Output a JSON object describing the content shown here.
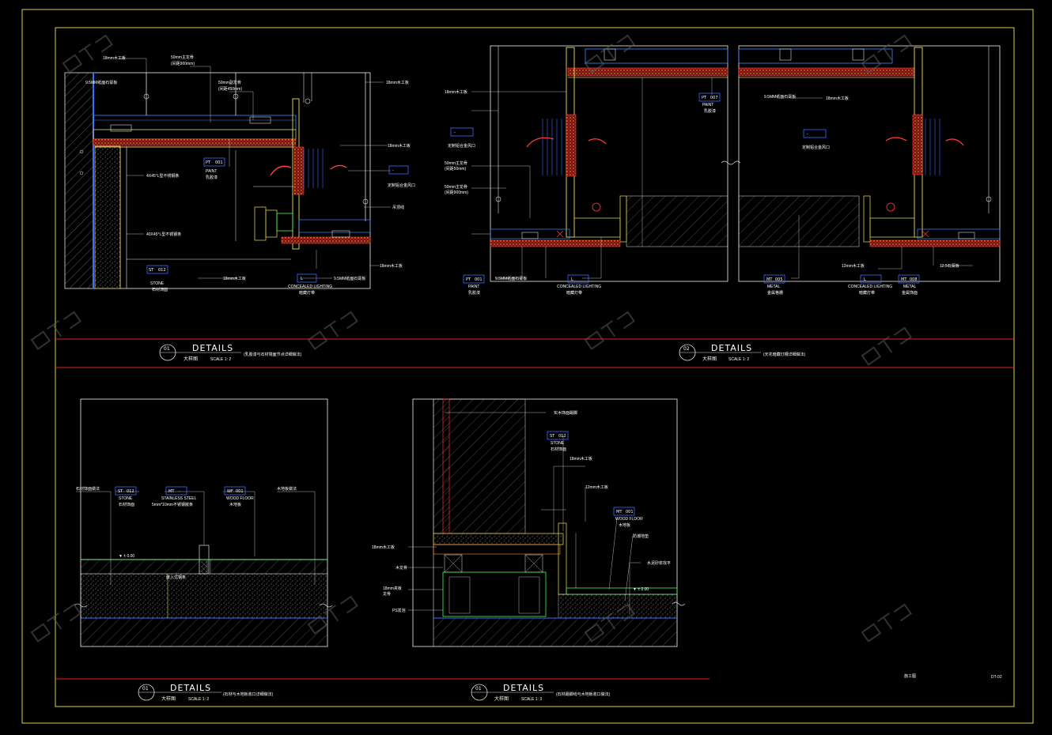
{
  "sheet": {
    "code": "DT-02",
    "stamp": "施工图"
  },
  "details": [
    {
      "id": "detail-1",
      "num": "01",
      "title": "DETAILS",
      "name": "大样图",
      "scale": "SCALE 1:  2",
      "note": "(乳胶漆与石材墙面节点详细做法)"
    },
    {
      "id": "detail-2",
      "num": "02",
      "title": "DETAILS",
      "name": "大样图",
      "scale": "SCALE 1:  2",
      "note": "(天花暗藏灯槽详细做法)"
    },
    {
      "id": "detail-3",
      "num": "01",
      "title": "DETAILS",
      "name": "大样图",
      "scale": "SCALE 1:  2",
      "note": "(石材与木地板收口详细做法)"
    },
    {
      "id": "detail-4",
      "num": "01",
      "title": "DETAILS",
      "name": "大样图",
      "scale": "SCALE 1:  3",
      "note": "(石材踢脚线与木地板收口做法)"
    }
  ],
  "tags": {
    "st012": {
      "code": "ST",
      "num": "012",
      "en": "STONE",
      "cn": "石材饰面"
    },
    "pt001": {
      "code": "PT",
      "num": "001",
      "en": "PAINT",
      "cn": "乳胶漆"
    },
    "pt007": {
      "code": "PT",
      "num": "007",
      "en": "PAINT",
      "cn": "乳胶漆"
    },
    "l": {
      "code": "L",
      "num": "-",
      "en": "CONCEALED LIGHTING",
      "cn": "暗藏灯带"
    },
    "mt": {
      "code": "MT",
      "num": "-",
      "en": "STAINLESS STEEL",
      "cn": "5mm*10mm不锈钢嵌条"
    },
    "wf001": {
      "code": "WF",
      "num": "001",
      "en": "WOOD FLOOR",
      "cn": "木地板"
    },
    "mt005": {
      "code": "MT",
      "num": "005",
      "en": "METAL",
      "cn": "金属格栅"
    },
    "mt008": {
      "code": "MT",
      "num": "008",
      "en": "METAL",
      "cn": "金属饰面"
    },
    "mt001": {
      "code": "MT",
      "num": "001",
      "en": "WOOD FLOOR",
      "cn": "木地板"
    },
    "diffuser": {
      "code": "-",
      "num": "-",
      "cn": "定制铝合金风口"
    }
  },
  "notes": {
    "d1": [
      "18mm木工板",
      "50mm主龙骨",
      "(间距900mm)",
      "9.5MM纸面石膏板",
      "50mm副龙骨",
      "(间距450mm)",
      "18mm木工板",
      "18mm木工板",
      "4X45°L型不锈钢条",
      "40X45°L型不锈钢条",
      "18mm木工板",
      "9.5MM纸面石膏板",
      "18mm木工板",
      "吊顶线",
      "石材饰面"
    ],
    "d2": [
      "18mm木工板",
      "50mm主龙骨",
      "(间距50mm)",
      "50mm主龙骨",
      "(间距900mm)",
      "9.5MM纸面石膏板",
      "9.5MM纸面石膏板",
      "18mm木工板",
      "12mm木工板",
      "12.5石膏板"
    ],
    "d3": [
      "石材饰面做法",
      "嵌入式钢条",
      "木地板做法"
    ],
    "d4": [
      "实木饰面踢脚",
      "18mm木工板",
      "12mm木工板",
      "木龙骨",
      "18mm夹板",
      "龙骨",
      "PS发泡",
      "木地板",
      "防潮地垫",
      "水泥砂浆找平",
      "18mm木工板"
    ]
  },
  "watermark": "知末网"
}
